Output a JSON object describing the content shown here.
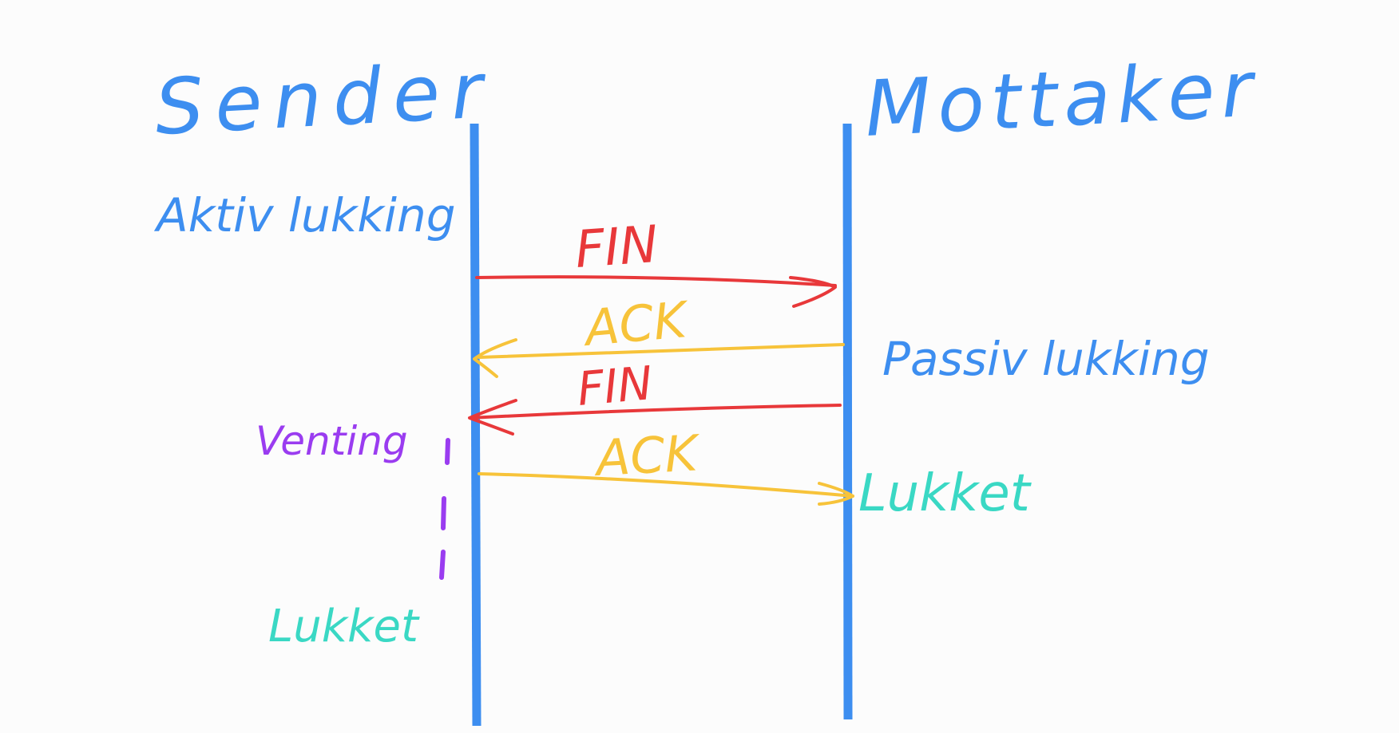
{
  "colors": {
    "background": "#fcfcfc",
    "lifeline": "#3d8ef0",
    "fin": "#e8383a",
    "ack": "#f7c33a",
    "waiting": "#9a3cf0",
    "closed": "#3ad8c4",
    "label": "#3d8ef0"
  },
  "participants": {
    "sender": "Sender",
    "receiver": "Mottaker"
  },
  "states": {
    "active_close": "Aktiv lukking",
    "passive_close": "Passiv lukking",
    "waiting": "Venting",
    "sender_closed": "Lukket",
    "receiver_closed": "Lukket"
  },
  "messages": [
    {
      "label": "FIN",
      "from": "sender",
      "to": "receiver"
    },
    {
      "label": "ACK",
      "from": "receiver",
      "to": "sender"
    },
    {
      "label": "FIN",
      "from": "receiver",
      "to": "sender"
    },
    {
      "label": "ACK",
      "from": "sender",
      "to": "receiver"
    }
  ]
}
